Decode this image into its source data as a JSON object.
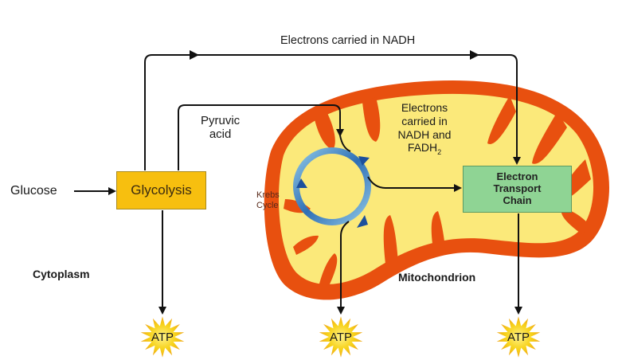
{
  "diagram": {
    "title": "Cellular respiration overview",
    "inputs": {
      "glucose": "Glucose"
    },
    "processes": {
      "glycolysis": "Glycolysis",
      "krebs_cycle": [
        "Krebs",
        "Cycle"
      ],
      "electron_transport_chain": "Electron\nTransport\nChain"
    },
    "flows": {
      "nadh_top": "Electrons carried in NADH",
      "pyruvic_acid": [
        "Pyruvic",
        "acid"
      ],
      "nadh_fadh2": [
        "Electrons",
        "carried in",
        "NADH and",
        "FADH"
      ],
      "fadh2_subscript": "2"
    },
    "regions": {
      "cytoplasm": "Cytoplasm",
      "mitochondrion": "Mitochondrion"
    },
    "outputs": [
      {
        "label": "ATP",
        "source": "Glycolysis"
      },
      {
        "label": "ATP",
        "source": "Krebs Cycle"
      },
      {
        "label": "ATP",
        "source": "Electron Transport Chain"
      }
    ],
    "colors": {
      "outer_membrane": "#e8500f",
      "matrix": "#fbe97a",
      "glycolysis_fill": "#f7bf0f",
      "etc_fill": "#8fd494",
      "krebs_dark": "#1c4f9c",
      "krebs_light": "#8fc7e6",
      "atp_star": "#f7c21a"
    }
  }
}
